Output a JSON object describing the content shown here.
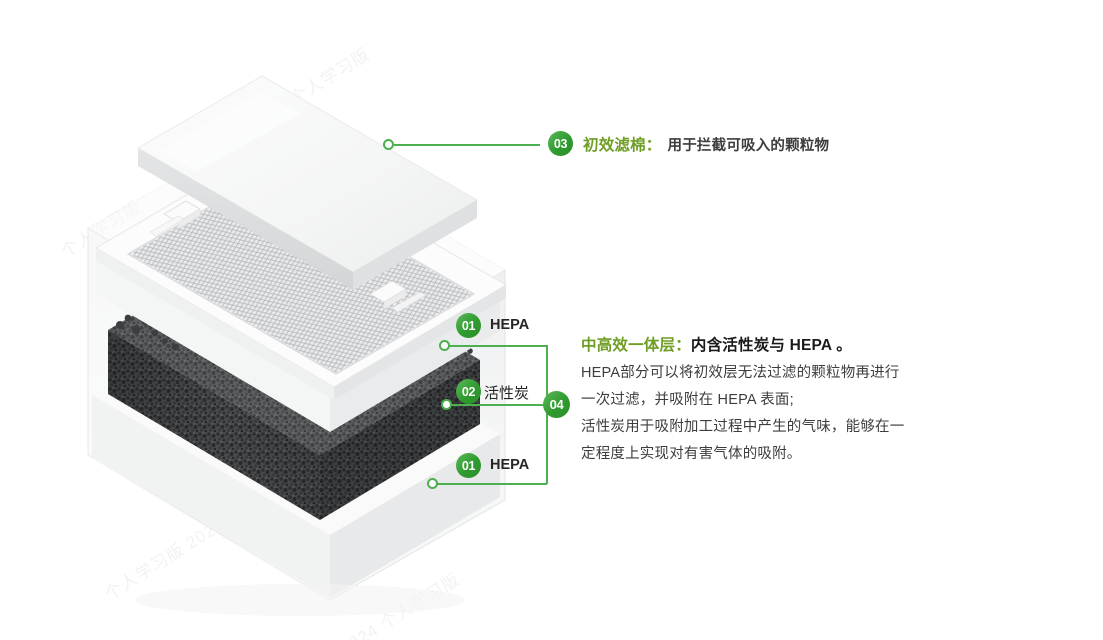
{
  "page": {
    "background": "#ffffff",
    "accent_green": "#4caf50",
    "badge_green": "#2e9b2e",
    "heading_green": "#6f9e24",
    "body_text_color": "#3d3d3d"
  },
  "watermarks": [
    "个人学习版",
    "个人学习版 2024",
    "2024 个人学习版"
  ],
  "callouts": [
    {
      "id": "callout-03",
      "number": "03",
      "heading_highlight": "初效滤棉：",
      "heading_rest": "",
      "description": "用于拦截可吸入的颗粒物"
    },
    {
      "id": "callout-04",
      "number": "04",
      "heading_highlight": "中高效一体层：",
      "heading_rest": "内含活性炭与 HEPA 。",
      "lines": [
        "HEPA部分可以将初效层无法过滤的颗粒物再进行",
        "一次过滤，并吸附在 HEPA 表面;",
        "活性炭用于吸附加工过程中产生的气味，能够在一",
        "定程度上实现对有害气体的吸附。"
      ]
    }
  ],
  "layer_labels": [
    {
      "id": "layer-hepa-top",
      "number": "01",
      "label": "HEPA"
    },
    {
      "id": "layer-carbon",
      "number": "02",
      "label": "活性炭"
    },
    {
      "id": "layer-hepa-bottom",
      "number": "01",
      "label": "HEPA"
    }
  ],
  "illustration": {
    "name": "exploded-air-filter-module",
    "parts": [
      "top-cover-panel",
      "primary-mesh-filter",
      "housing-frame",
      "activated-carbon-bed",
      "lower-hepa-chamber"
    ]
  }
}
